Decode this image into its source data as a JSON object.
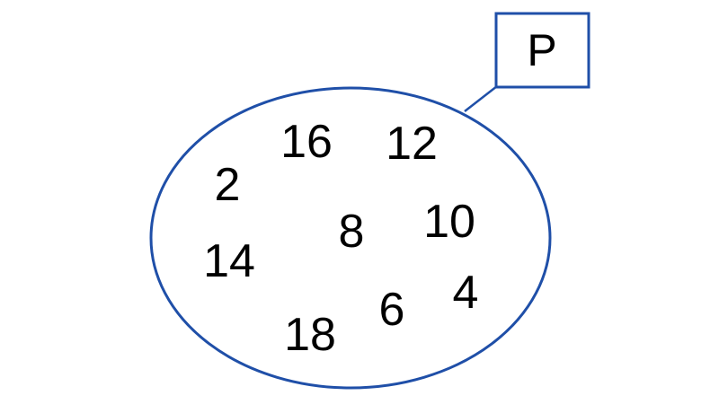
{
  "set": {
    "label": "P",
    "outline_color": "#1f4fa8",
    "elements": [
      "16",
      "12",
      "2",
      "10",
      "8",
      "14",
      "4",
      "6",
      "18"
    ]
  }
}
